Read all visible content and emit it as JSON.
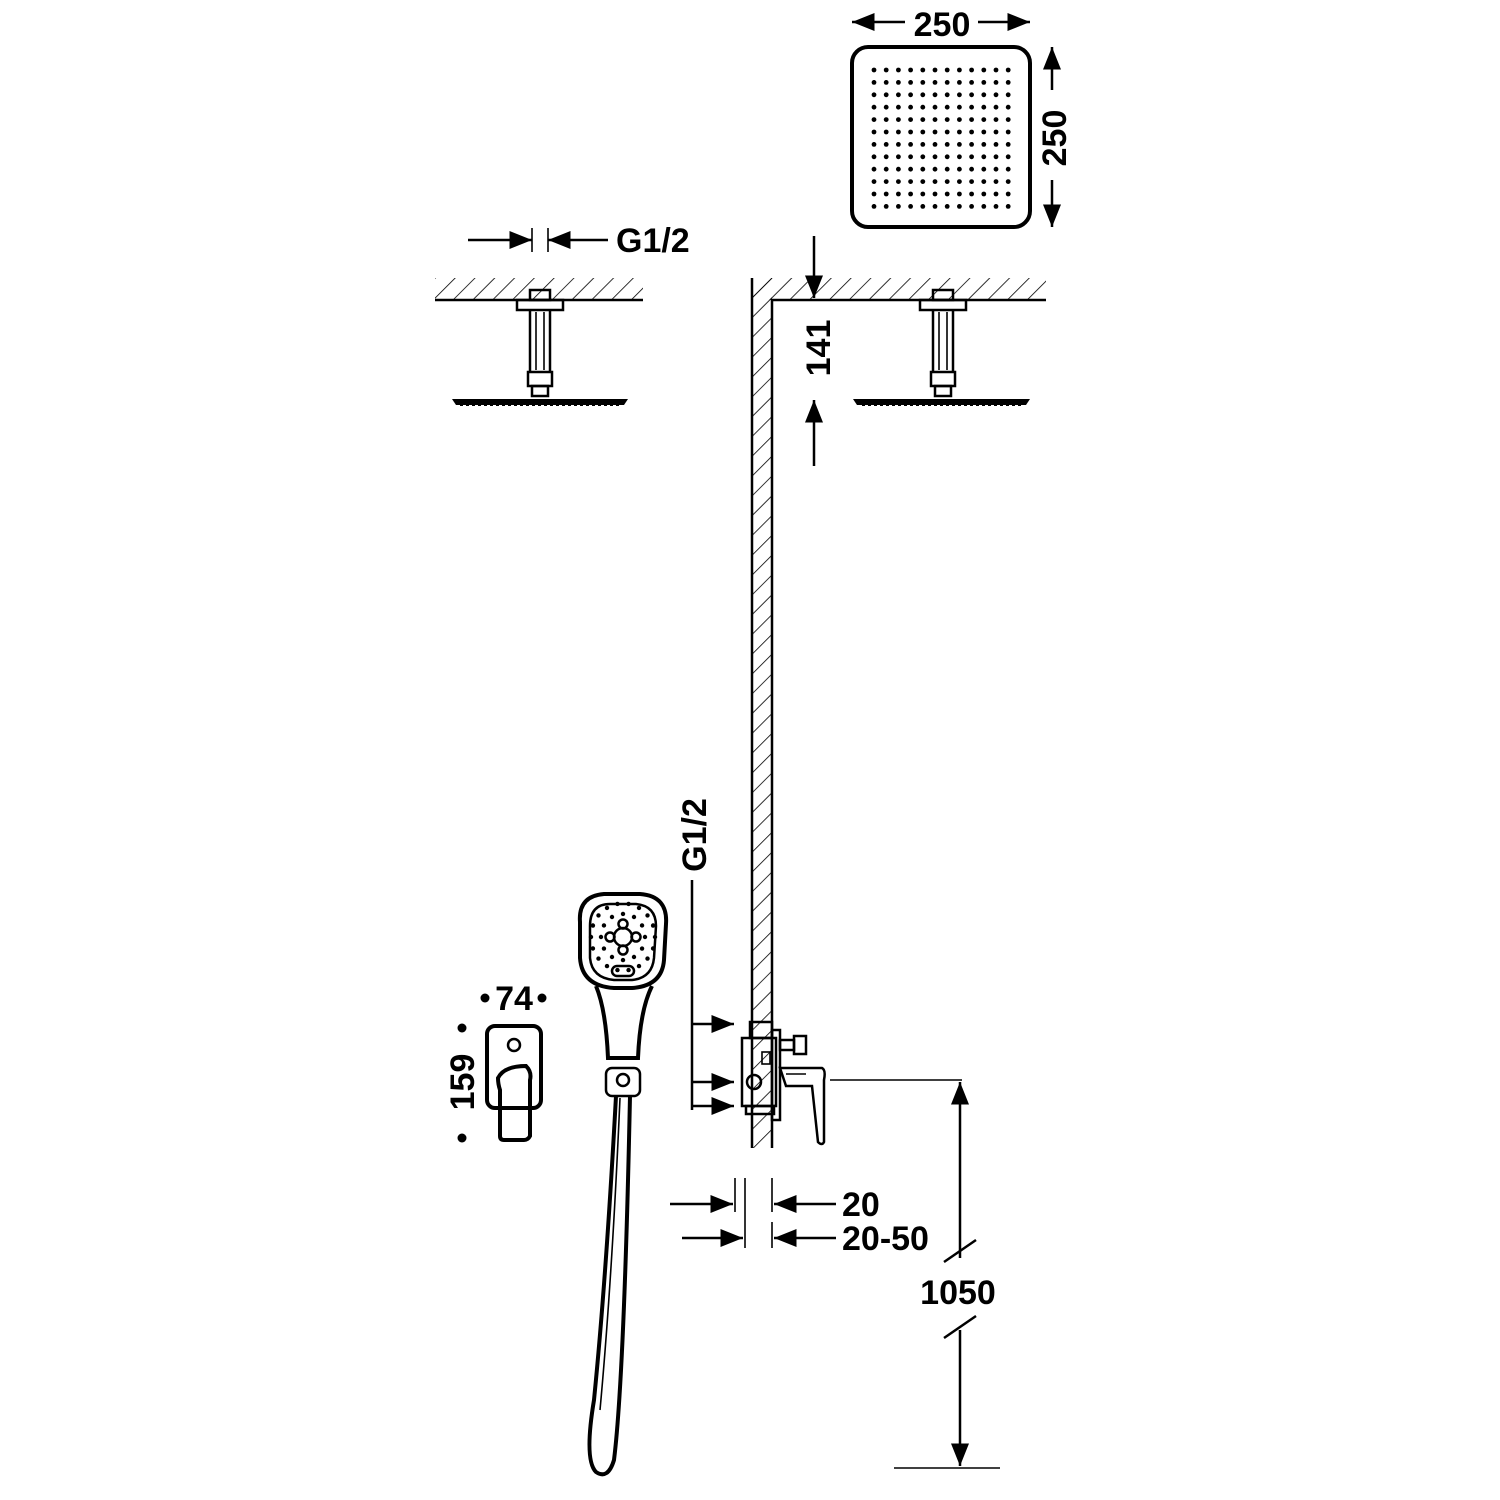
{
  "dimensions": {
    "head_width": "250",
    "head_height": "250",
    "arm_thread": "G1/2",
    "arm_drop": "141",
    "mixer_thread": "G1/2",
    "plate_width": "74",
    "plate_height": "159",
    "wall_depth_min": "20",
    "wall_depth_range": "20-50",
    "mixer_height": "1050"
  },
  "colors": {
    "line": "#000000",
    "background": "#ffffff"
  }
}
